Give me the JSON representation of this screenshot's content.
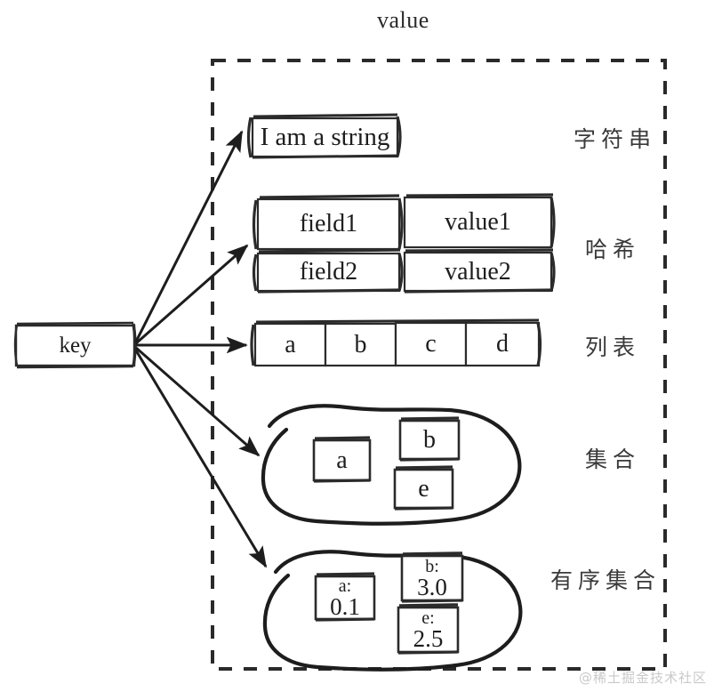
{
  "diagram": {
    "title": "value",
    "key_box": {
      "label": "key"
    },
    "watermark": "@稀土掘金技术社区",
    "colors": {
      "ink": "#1d1d1d",
      "background": "#ffffff",
      "dashed_border": "#2a2a2a",
      "watermark": "#c9c9c9"
    },
    "types": [
      {
        "id": "string",
        "type_label": "字符串",
        "shape": "box",
        "values": [
          "I am a string"
        ]
      },
      {
        "id": "hash",
        "type_label": "哈希",
        "shape": "table",
        "rows": [
          {
            "field": "field1",
            "value": "value1"
          },
          {
            "field": "field2",
            "value": "value2"
          }
        ]
      },
      {
        "id": "list",
        "type_label": "列表",
        "shape": "cells",
        "values": [
          "a",
          "b",
          "c",
          "d"
        ]
      },
      {
        "id": "set",
        "type_label": "集合",
        "shape": "ellipse",
        "values": [
          "a",
          "b",
          "e"
        ]
      },
      {
        "id": "sorted-set",
        "type_label": "有序集合",
        "shape": "ellipse",
        "members": [
          {
            "member": "a:",
            "score": "0.1"
          },
          {
            "member": "b:",
            "score": "3.0"
          },
          {
            "member": "e:",
            "score": "2.5"
          }
        ]
      }
    ]
  }
}
